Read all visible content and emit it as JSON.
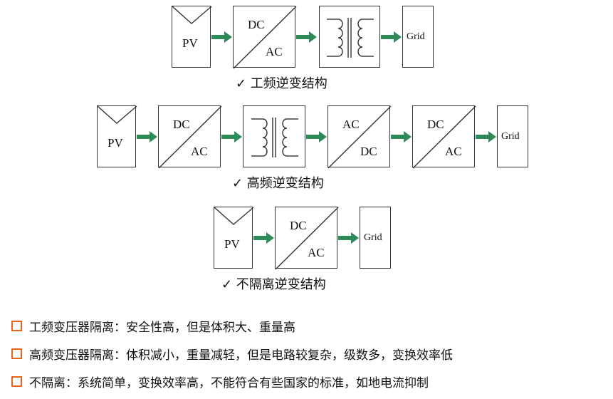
{
  "row1": {
    "caption": "✓ 工频逆变结构",
    "pv": "PV",
    "dcac": {
      "top": "DC",
      "bottom": "AC"
    },
    "grid": "Grid"
  },
  "row2": {
    "caption": "✓ 高频逆变结构",
    "pv": "PV",
    "dcac1": {
      "top": "DC",
      "bottom": "AC"
    },
    "acdc": {
      "top": "AC",
      "bottom": "DC"
    },
    "dcac2": {
      "top": "DC",
      "bottom": "AC"
    },
    "grid": "Grid"
  },
  "row3": {
    "caption": "✓ 不隔离逆变结构",
    "pv": "PV",
    "dcac": {
      "top": "DC",
      "bottom": "AC"
    },
    "grid": "Grid"
  },
  "bullets": [
    "工频变压器隔离：安全性高，但是体积大、重量高",
    "高频变压器隔离：体积减小，重量减轻，但是电路较复杂，级数多，变换效率低",
    "不隔离：系统简单，变换效率高，不能符合有些国家的标准，如地电流抑制"
  ],
  "colors": {
    "arrow": "#2e8b57",
    "bullet": "#e8621a",
    "stroke": "#333333"
  },
  "icons": {
    "arrow": "right-arrow-icon",
    "transformer": "transformer-icon",
    "check": "checkmark-icon"
  }
}
